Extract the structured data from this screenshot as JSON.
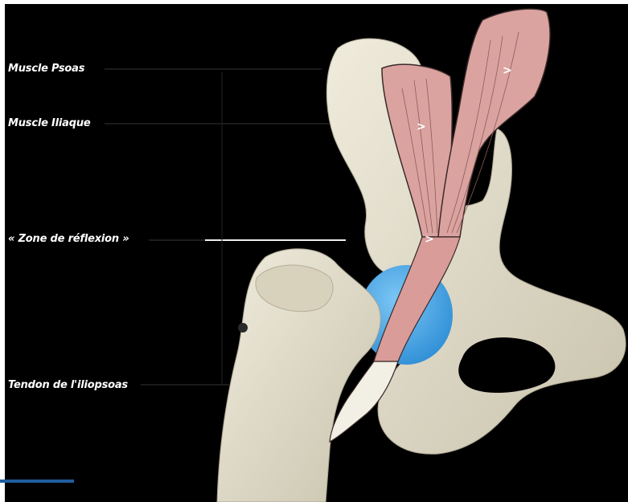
{
  "labels": {
    "psoas": "Muscle Psoas",
    "iliaque": "Muscle Iliaque",
    "zone": "« Zone de réflexion »",
    "tendon": "Tendon de l'iliopsoas"
  },
  "colors": {
    "background": "#000000",
    "bone": "#e6e1cf",
    "bone_shadow": "#b9b39f",
    "muscle": "#dba3a0",
    "muscle_fiber": "#8c5a58",
    "femoral_head": "#4aa8e8",
    "tendon": "#f2efe4",
    "accent_bar": "#1f5f9f"
  },
  "icons": {
    "arrow_marker": "chevron-right"
  }
}
